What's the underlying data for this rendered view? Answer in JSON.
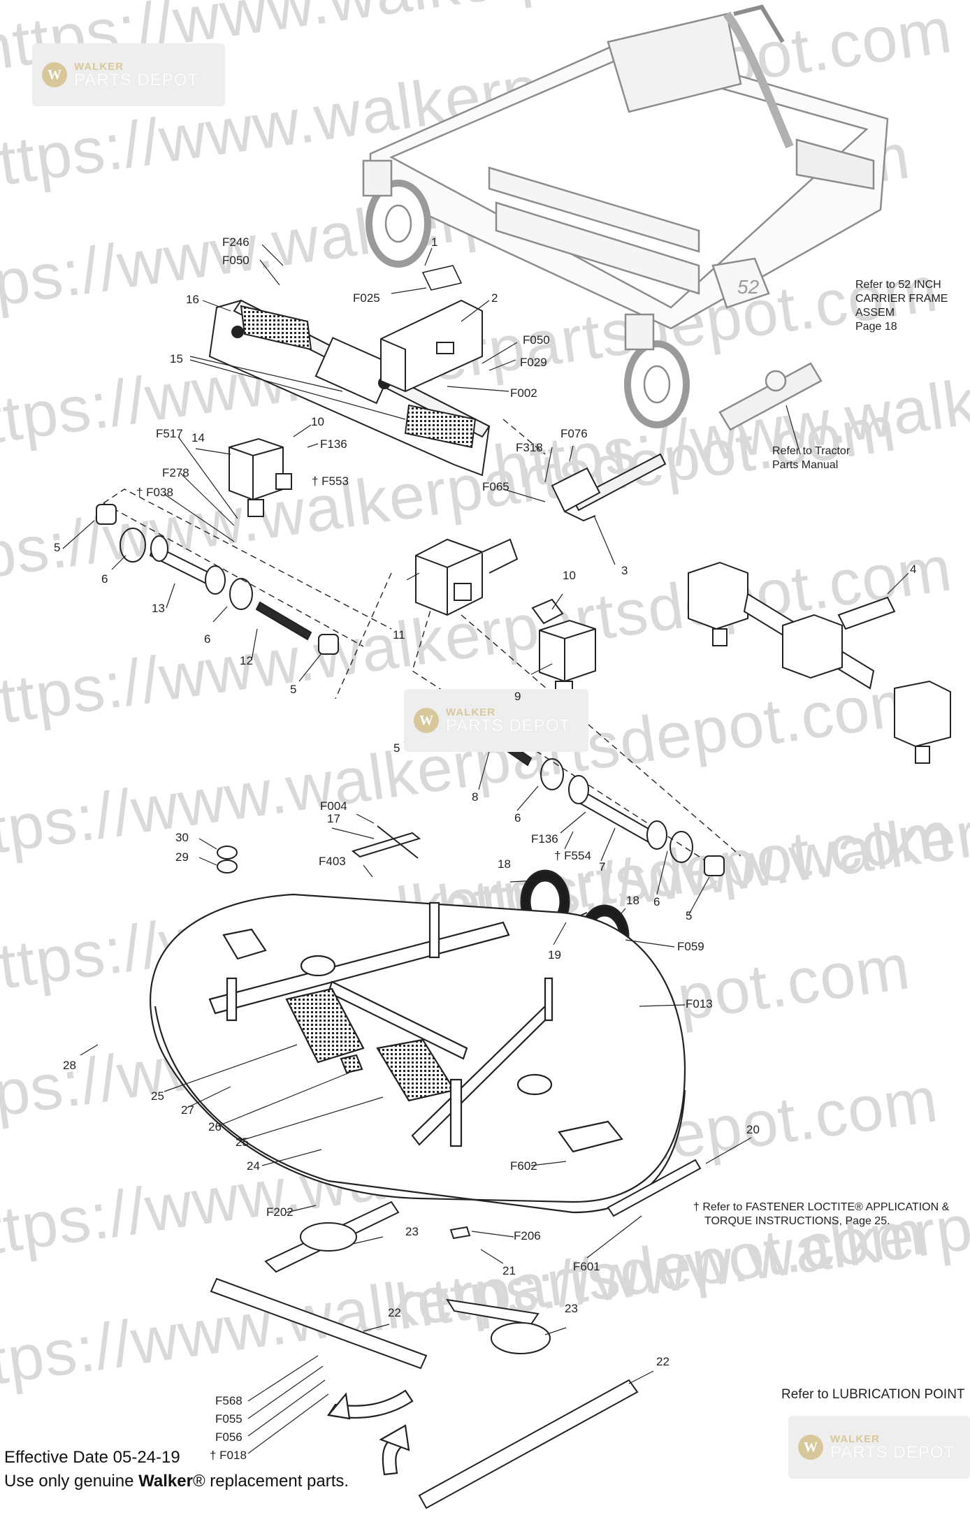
{
  "watermark": {
    "text_lines": [
      "https://www.walkerpartsdepot.com",
      "https://www.walkerpartsdepot.com",
      "https://www.walkerpartsdepot.com",
      "https://www.walkerpartsdepot.com",
      "https://www.walkerpartsdepot.com",
      "https://www.walkerpartsdepot.com",
      "https://www.walkerpartsdepot.com",
      "https://www.walkerpartsdepot.com",
      "https://www.walkerpartsdepot.com",
      "https://www.walkerpartsdepot.com",
      "https://www.walkerpartsdepot.com",
      "https://www.walkerpartsdepot.com",
      "https://www.walkerpartsdepot.com",
      "https://www.walkerpartsdepot.com"
    ],
    "logo_line1": "WALKER",
    "logo_line2": "PARTS DEPOT",
    "logo_mark": "W"
  },
  "callouts": {
    "c_F246": "F246",
    "c_F050a": "F050",
    "c_1": "1",
    "c_F025": "F025",
    "c_16": "16",
    "c_2": "2",
    "c_F050b": "F050",
    "c_F029": "F029",
    "c_15": "15",
    "c_F002": "F002",
    "c_10a": "10",
    "c_F136a": "F136",
    "c_F517": "F517",
    "c_14": "14",
    "c_F553": "† F553",
    "c_F278": "F278",
    "c_F038": "† F038",
    "c_F318": "F318",
    "c_F076": "F076",
    "c_F065": "F065",
    "c_3": "3",
    "c_4": "4",
    "c_5a": "5",
    "c_6a": "6",
    "c_13": "13",
    "c_6b": "6",
    "c_12": "12",
    "c_5b": "5",
    "c_11": "11",
    "c_10b": "10",
    "c_9": "9",
    "c_5c": "5",
    "c_8": "8",
    "c_6c": "6",
    "c_F136b": "F136",
    "c_F554": "† F554",
    "c_7": "7",
    "c_6d": "6",
    "c_5d": "5",
    "c_F004": "F004",
    "c_17": "17",
    "c_F403": "F403",
    "c_30": "30",
    "c_29": "29",
    "c_18a": "18",
    "c_18b": "18",
    "c_19": "19",
    "c_F059": "F059",
    "c_F013": "F013",
    "c_28": "28",
    "c_25a": "25",
    "c_27": "27",
    "c_26": "26",
    "c_25b": "25",
    "c_20": "20",
    "c_24": "24",
    "c_F602": "F602",
    "c_F202": "F202",
    "c_23a": "23",
    "c_F206": "F206",
    "c_21": "21",
    "c_F601": "F601",
    "c_22a": "22",
    "c_23b": "23",
    "c_22b": "22",
    "c_F568": "F568",
    "c_F055": "F055",
    "c_F056": "F056",
    "c_F018": "† F018"
  },
  "notes": {
    "carrier_line1": "Refer to 52 INCH",
    "carrier_line2": "CARRIER FRAME ASSEM",
    "carrier_line3": "Page 18",
    "tractor_line1": "Refer to Tractor",
    "tractor_line2": "Parts Manual",
    "loctite_line1": "† Refer to FASTENER LOCTITE® APPLICATION &",
    "loctite_line2": "TORQUE INSTRUCTIONS, Page 25.",
    "lubrication": "Refer to LUBRICATION POINT",
    "deck_size_label": "52"
  },
  "footer": {
    "effective_date": "Effective Date 05-24-19",
    "use_only_prefix": "Use only genuine ",
    "brand": "Walker",
    "use_only_suffix": "® replacement parts."
  }
}
